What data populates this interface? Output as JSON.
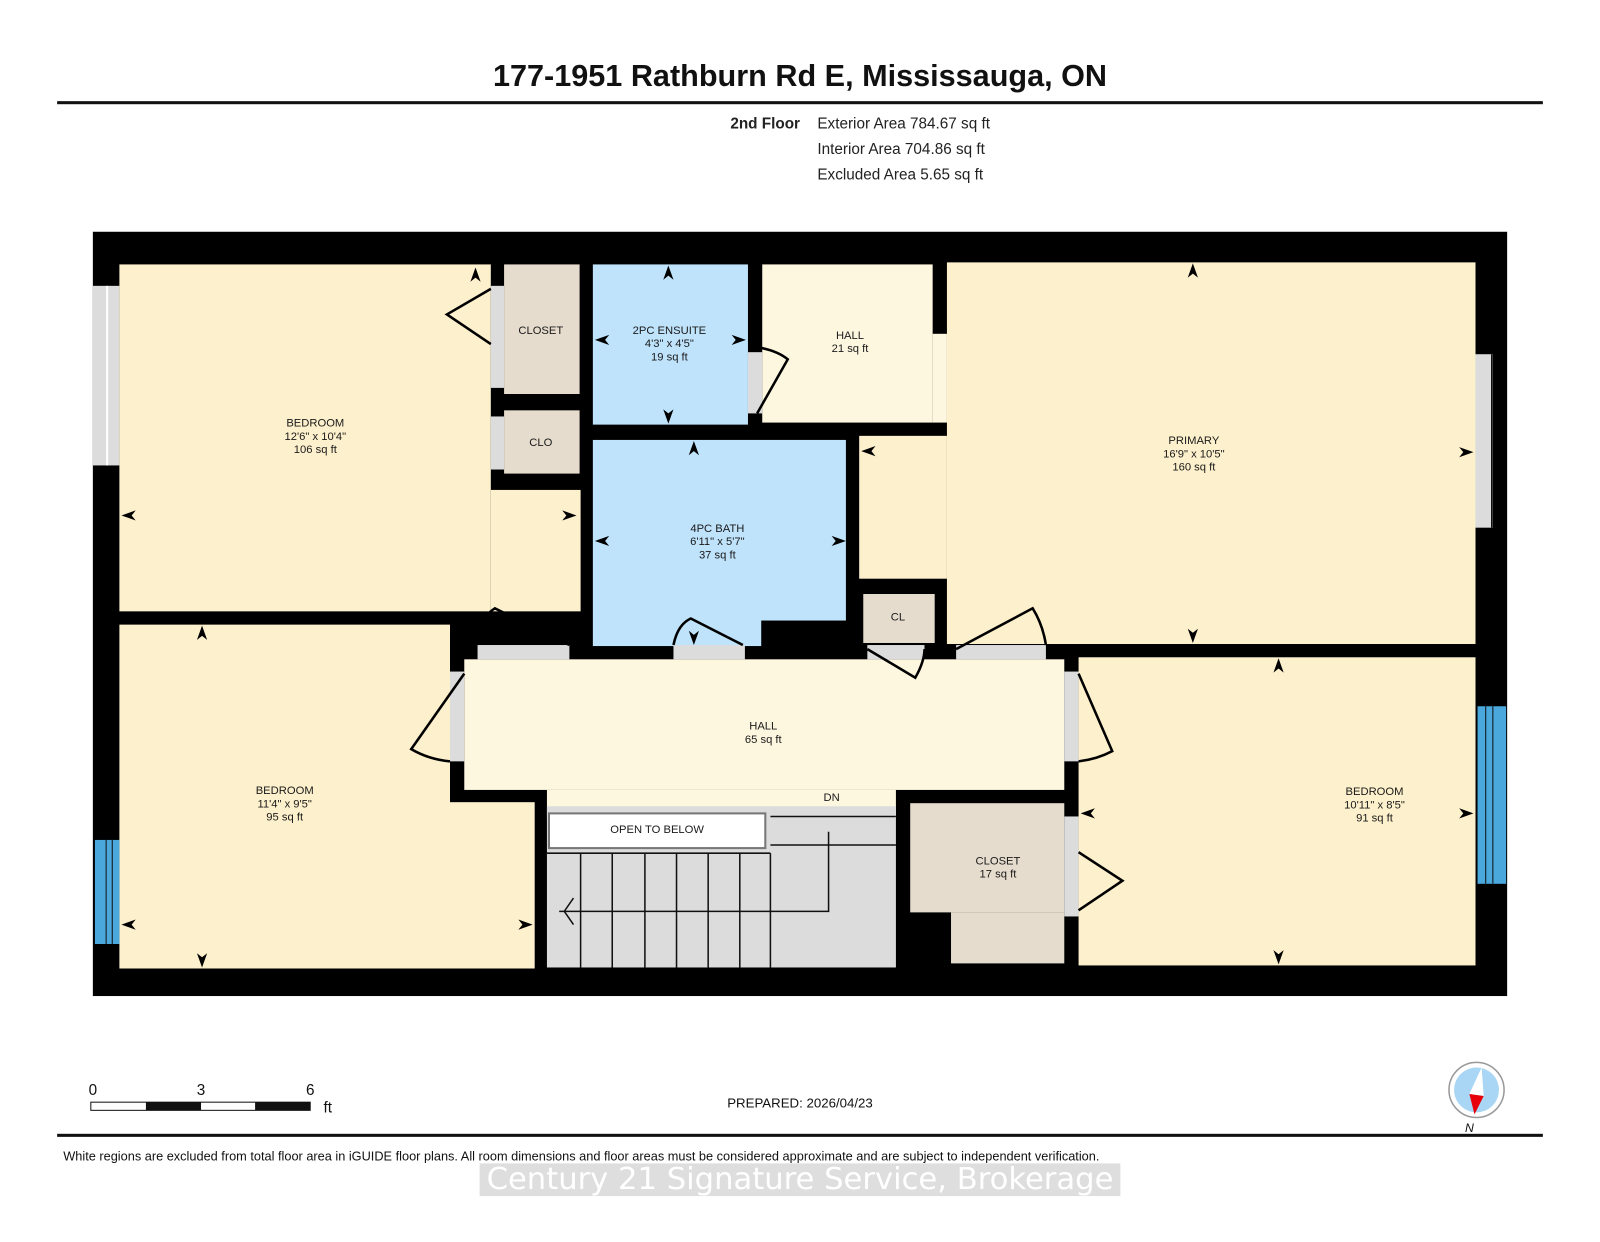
{
  "header": {
    "title": "177-1951 Rathburn Rd E, Mississauga, ON",
    "floor_label": "2nd Floor",
    "areas": [
      "Exterior Area 784.67 sq ft",
      "Interior Area 704.86 sq ft",
      "Excluded Area 5.65 sq ft"
    ]
  },
  "rooms": {
    "bedroom_nw": {
      "name": "BEDROOM",
      "dims": "12'6\" x 10'4\"",
      "area": "106 sq ft"
    },
    "closet_n": {
      "name": "CLOSET"
    },
    "clo": {
      "name": "CLO"
    },
    "ensuite": {
      "name": "2PC ENSUITE",
      "dims": "4'3\" x 4'5\"",
      "area": "19 sq ft"
    },
    "hall_n": {
      "name": "HALL",
      "area": "21 sq ft"
    },
    "primary": {
      "name": "PRIMARY",
      "dims": "16'9\" x 10'5\"",
      "area": "160 sq ft"
    },
    "bath": {
      "name": "4PC BATH",
      "dims": "6'11\" x 5'7\"",
      "area": "37 sq ft"
    },
    "cl": {
      "name": "CL"
    },
    "hall_main": {
      "name": "HALL",
      "area": "65 sq ft"
    },
    "bedroom_sw": {
      "name": "BEDROOM",
      "dims": "11'4\" x 9'5\"",
      "area": "95 sq ft"
    },
    "bedroom_se": {
      "name": "BEDROOM",
      "dims": "10'11\" x 8'5\"",
      "area": "91 sq ft"
    },
    "closet_s": {
      "name": "CLOSET",
      "area": "17 sq ft"
    },
    "open_to_below": "OPEN TO BELOW",
    "stairs_label": "DN"
  },
  "scale_bar": {
    "ticks": [
      "0",
      "3",
      "6"
    ],
    "unit": "ft"
  },
  "prepared": "PREPARED: 2026/04/23",
  "compass": {
    "label": "N"
  },
  "disclaimer": "White regions are excluded from total floor area in iGUIDE floor plans. All room dimensions and floor areas must be considered approximate and are subject to independent verification.",
  "watermark": "Century 21 Signature Service, Brokerage",
  "colors": {
    "bedroom": "#fdf0cc",
    "hall": "#fef7e0",
    "bath": "#bfe3fb",
    "closet": "#e6dccd",
    "wall": "#000000",
    "window_blue": "#4aa8dd",
    "opening_gray": "#dcdcdc",
    "compass_red": "#e8000b"
  }
}
